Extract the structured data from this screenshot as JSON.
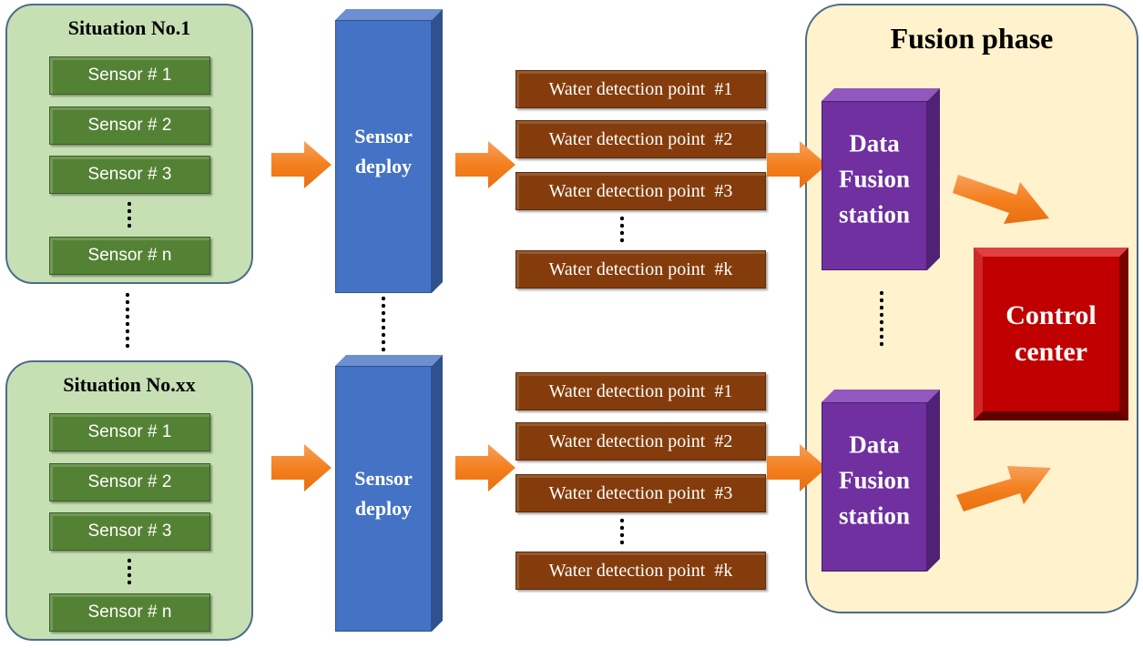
{
  "situations": [
    {
      "title": "Situation No.1",
      "sensors": [
        "Sensor # 1",
        "Sensor # 2",
        "Sensor # 3",
        "Sensor # n"
      ]
    },
    {
      "title": "Situation No.xx",
      "sensors": [
        "Sensor # 1",
        "Sensor # 2",
        "Sensor # 3",
        "Sensor # n"
      ]
    }
  ],
  "deploy": {
    "label": "Sensor deploy"
  },
  "water_groups": [
    [
      "Water detection point  #1",
      "Water detection point  #2",
      "Water detection point  #3",
      "Water detection point  #k"
    ],
    [
      "Water detection point  #1",
      "Water detection point  #2",
      "Water detection point  #3",
      "Water detection point  #k"
    ]
  ],
  "fusion": {
    "title": "Fusion phase",
    "station_label": "Data\nFusion\nstation",
    "control_label": "Control\ncenter"
  },
  "colors": {
    "situation_bg": "#c6e0b4",
    "sensor": "#548235",
    "deploy": "#4472c4",
    "water": "#843c0c",
    "arrow": "#f4801f",
    "fusion_bg": "#fff2cc",
    "station": "#7030a0",
    "control": "#c00000"
  }
}
